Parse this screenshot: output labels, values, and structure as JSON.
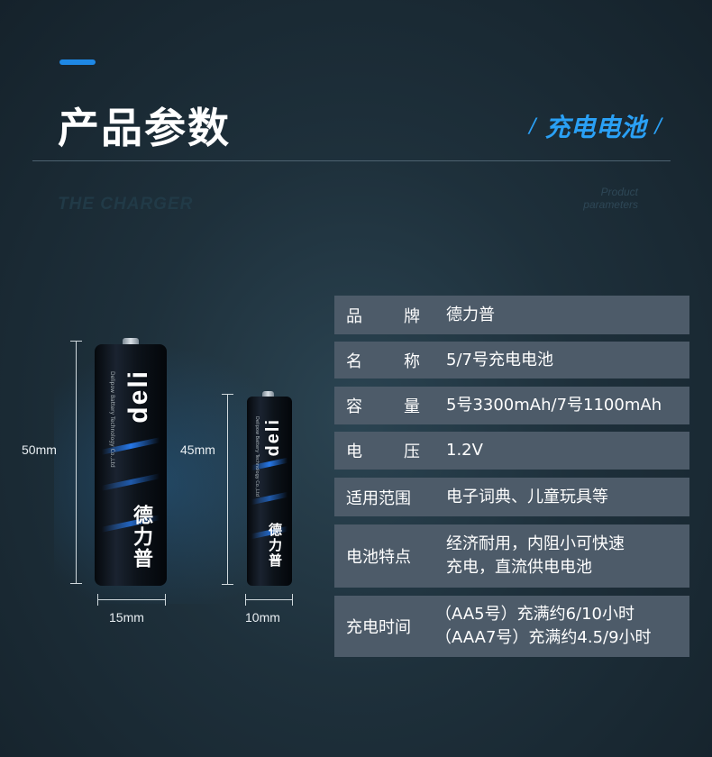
{
  "header": {
    "title": "产品参数",
    "subtitle": "充电电池",
    "slash_left": "/",
    "slash_right": "/",
    "english_left": "THE CHARGER",
    "english_right_line1": "Product",
    "english_right_line2": "parameters"
  },
  "batteries": {
    "aa": {
      "height_label": "50mm",
      "width_label": "15mm",
      "brand": "deli",
      "brand_cn": "德力普",
      "print": "Delipow Battery Technology Co.,Ltd"
    },
    "aaa": {
      "height_label": "45mm",
      "width_label": "10mm",
      "brand": "deli",
      "brand_cn": "德力普",
      "print": "Delipow Battery Technology Co.,Ltd"
    }
  },
  "specs": [
    {
      "label": "品牌",
      "value": "德力普"
    },
    {
      "label": "名称",
      "value": "5/7号充电电池"
    },
    {
      "label": "容量",
      "value": "5号3300mAh/7号1100mAh"
    },
    {
      "label": "电压",
      "value": "1.2V"
    },
    {
      "label": "适用范围",
      "value": "电子词典、儿童玩具等"
    },
    {
      "label": "电池特点",
      "value": "经济耐用，内阻小可快速\n充电，直流供电电池"
    },
    {
      "label": "充电时间",
      "value": "（AA5号）充满约6/10小时\n（AAA7号）充满约4.5/9小时"
    }
  ],
  "colors": {
    "accent": "#2aa0f5",
    "row_bg": "#4d5b69",
    "background": "#1e303b"
  }
}
